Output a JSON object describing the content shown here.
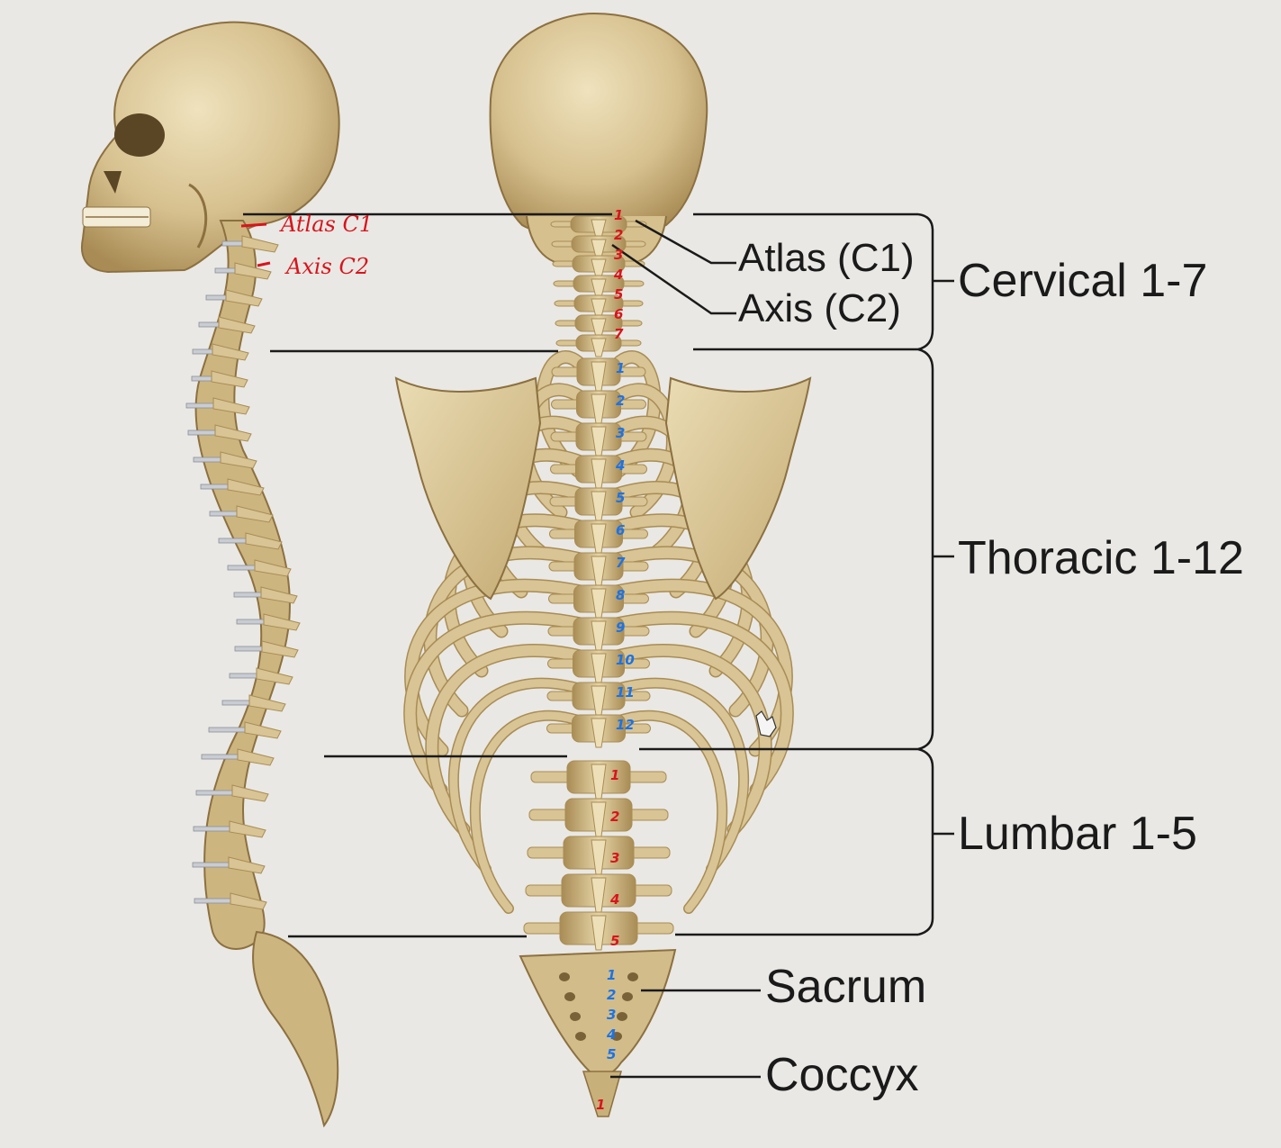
{
  "labels": {
    "atlas": "Atlas (C1)",
    "axis": "Axis (C2)",
    "cervical": "Cervical 1-7",
    "thoracic": "Thoracic 1-12",
    "lumbar": "Lumbar 1-5",
    "sacrum": "Sacrum",
    "coccyx": "Coccyx"
  },
  "handwritten": {
    "atlas_note": "Atlas C1",
    "axis_note": "Axis C2",
    "cervical_numbers": [
      "1",
      "2",
      "3",
      "4",
      "5",
      "6",
      "7"
    ],
    "thoracic_numbers": [
      "1",
      "2",
      "3",
      "4",
      "5",
      "6",
      "7",
      "8",
      "9",
      "10",
      "11",
      "12"
    ],
    "lumbar_numbers": [
      "1",
      "2",
      "3",
      "4",
      "5"
    ],
    "sacral_numbers": [
      "1",
      "2",
      "3",
      "4",
      "5"
    ],
    "coccyx_numbers": [
      "1"
    ]
  },
  "colors": {
    "background": "#e9e8e4",
    "bone": "#d8c494",
    "bone_shadow": "#a98c55",
    "disc": "#c9cdd3",
    "line": "#1a1a1a",
    "annotation_red": "#d8141c",
    "annotation_blue": "#1a73e8"
  },
  "icons": {
    "cursor": "hand-pointer-icon"
  }
}
